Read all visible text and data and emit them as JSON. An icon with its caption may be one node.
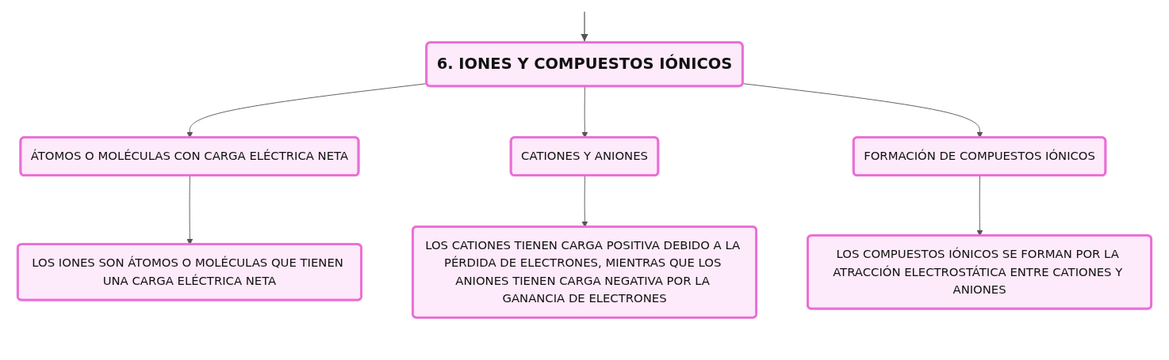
{
  "diagram": {
    "nodes": [
      {
        "text": [
          "6. IONES Y COMPUESTOS IÓNICOS"
        ]
      },
      {
        "text": [
          "ÁTOMOS O MOLÉCULAS CON CARGA ELÉCTRICA NETA"
        ]
      },
      {
        "text": [
          "CATIONES Y ANIONES"
        ]
      },
      {
        "text": [
          "FORMACIÓN DE COMPUESTOS IÓNICOS"
        ]
      },
      {
        "text": [
          "LOS IONES SON ÁTOMOS O MOLÉCULAS QUE TIENEN UNA CARGA ELÉCTRICA NETA"
        ]
      },
      {
        "text": [
          "LOS CATIONES TIENEN CARGA POSITIVA DEBIDO A LA PÉRDIDA DE ELECTRONES, MIENTRAS QUE LOS ANIONES TIENEN CARGA NEGATIVA POR LA GANANCIA DE ELECTRONES"
        ]
      },
      {
        "text": [
          "LOS COMPUESTOS IÓNICOS SE FORMAN POR LA ATRACCIÓN ELECTROSTÁTICA ENTRE CATIONES Y ANIONES"
        ]
      }
    ],
    "edges": [
      {
        "from": null,
        "to": 0,
        "arrow": "to"
      },
      {
        "from": 0,
        "to": 1,
        "arrow": "to"
      },
      {
        "from": 0,
        "to": 2,
        "arrow": "to"
      },
      {
        "from": 0,
        "to": 3,
        "arrow": "to"
      },
      {
        "from": 1,
        "to": 4,
        "arrow": "to"
      },
      {
        "from": 2,
        "to": 5,
        "arrow": "to"
      },
      {
        "from": 3,
        "to": 6,
        "arrow": "to"
      }
    ]
  }
}
